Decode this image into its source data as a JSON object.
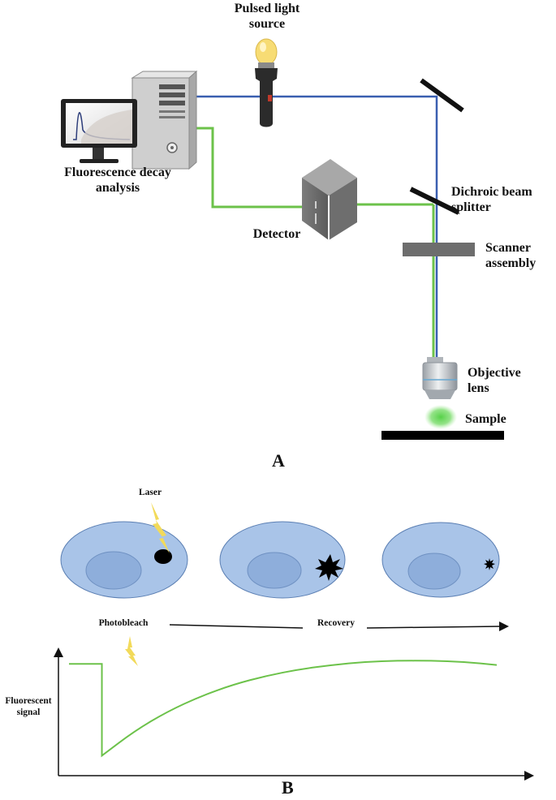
{
  "panel_a": {
    "label": "A",
    "pulsed_light_source": "Pulsed light\nsource",
    "fluorescence_decay_analysis": "Fluorescence decay\nanalysis",
    "detector": "Detector",
    "dichroic_beam_splitter": "Dichroic beam\nsplitter",
    "scanner_assembly": "Scanner\nassembly",
    "objective_lens": "Objective\nlens",
    "sample": "Sample"
  },
  "panel_b": {
    "label": "B",
    "laser": "Laser",
    "photobleach": "Photobleach",
    "recovery": "Recovery",
    "y_axis_label": "Fluorescent\nsignal"
  },
  "colors": {
    "excitation_beam": "#3a5fb0",
    "emission_beam": "#6cc24a",
    "cell_body": "#a9c4e8",
    "nucleus": "#8eaedb",
    "bolt": "#f2da5a",
    "bulb": "#f7dc74",
    "dark_component": "#2b2b2b"
  },
  "chart_data": {
    "type": "line",
    "title": "",
    "xlabel": "",
    "ylabel": "Fluorescent signal",
    "ticks": "none",
    "series": [
      {
        "x": [
          0,
          1,
          1,
          2,
          3,
          4,
          5,
          6,
          7,
          8,
          9,
          10,
          11,
          12,
          13
        ],
        "values": [
          0.9,
          0.9,
          0.05,
          0.28,
          0.46,
          0.6,
          0.71,
          0.79,
          0.85,
          0.89,
          0.92,
          0.93,
          0.93,
          0.92,
          0.89
        ]
      }
    ]
  }
}
